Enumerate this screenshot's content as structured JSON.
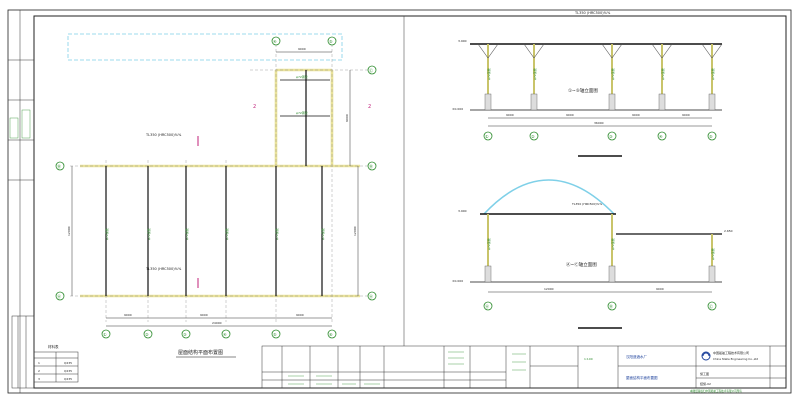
{
  "sheet": {
    "top_note": "TL350 (HRC500)%%",
    "plan": {
      "cols": [
        "①",
        "②",
        "③",
        "④",
        "⑤",
        "⑥"
      ],
      "cols_top": [
        "④",
        "⑤"
      ],
      "rows": [
        "Ⓐ",
        "Ⓑ",
        "Ⓒ"
      ],
      "label_top": "TL350 (HRC500)%%",
      "label_mid": "TL350 (HRC500)%%",
      "beam_label": "φ72钢管",
      "dims_bottom": [
        "9000",
        "9000",
        "9000"
      ],
      "dim_total": "24000",
      "dim_left": "12000",
      "dim_right": "12000",
      "dim_top": "9000",
      "dim_right_upper": "9000",
      "section_mark": "2",
      "title": "屋面结构平面布置图"
    },
    "elev1": {
      "title": "①~⑤轴立面图",
      "levels": [
        "3.900",
        "±0.000"
      ],
      "dims": [
        "9000",
        "9000",
        "9000",
        "9000"
      ],
      "dim_total": "36000",
      "cols": [
        "①",
        "②",
        "③",
        "④",
        "⑤"
      ],
      "member_label": "φ72钢管"
    },
    "elev2": {
      "top_label": "TL350 (HRC500)%%",
      "title": "Ⓐ~Ⓒ轴立面图",
      "levels": [
        "3.900",
        "±0.000",
        "2.650"
      ],
      "dims": [
        "12000",
        "9000"
      ],
      "cols": [
        "Ⓐ",
        "Ⓑ",
        "Ⓒ"
      ],
      "member_label": "φ72钢管"
    },
    "legend": {
      "title": "材料表",
      "rows": [
        [
          "1",
          "Q235"
        ],
        [
          "2",
          "Q235"
        ],
        [
          "3",
          "Q235"
        ]
      ]
    },
    "title_block": {
      "project": "汉阳造酒水厂",
      "company_cn": "中国船舶工程技术有限公司",
      "company_en": "China Stalle Engineering Co.,Ltd",
      "drawing_name": "屋面结构平面布置图",
      "stage": "施工图",
      "sheet_no": "结施-02",
      "scale": "1:100"
    },
    "footer_note": "本图纸版权归中国船舶工程技术有限公司所有"
  }
}
